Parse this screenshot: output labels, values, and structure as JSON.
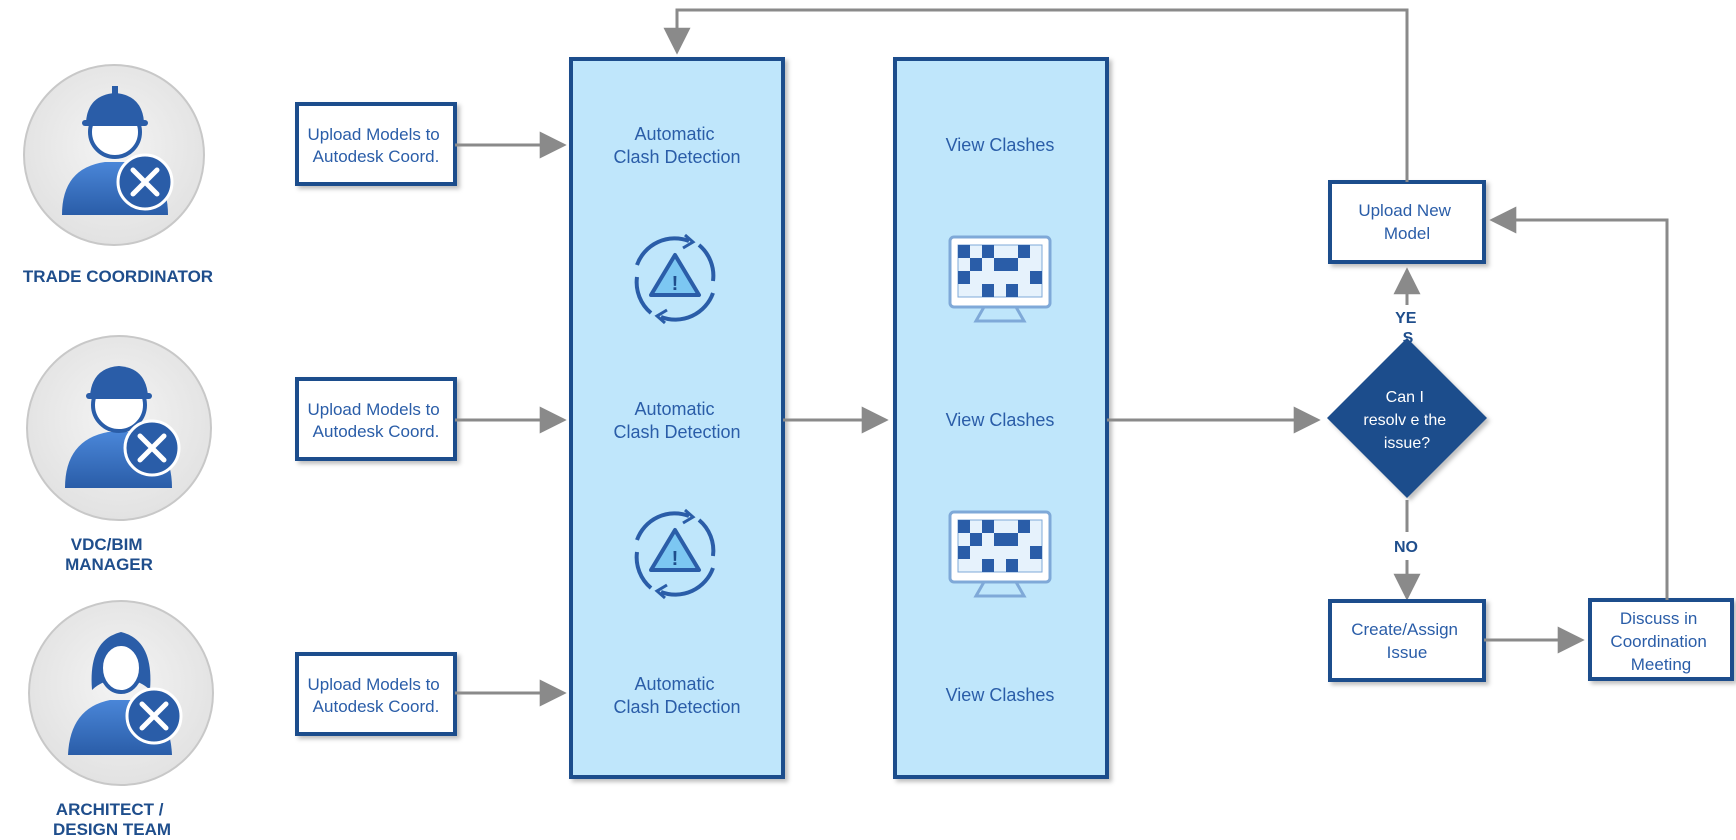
{
  "roles": [
    {
      "id": "trade-coordinator",
      "label": [
        "TRADE COORDINATOR"
      ],
      "icon": "worker-with-tools-icon"
    },
    {
      "id": "vdc-bim-manager",
      "label": [
        "VDC/BIM",
        "MANAGER"
      ],
      "icon": "worker-with-tools-icon"
    },
    {
      "id": "architect-design-team",
      "label": [
        "ARCHITECT /",
        "DESIGN TEAM"
      ],
      "icon": "woman-with-close-badge-icon"
    }
  ],
  "upload_boxes": [
    [
      "Upload Models to",
      "Autodesk Coord."
    ],
    [
      "Upload Models to",
      "Autodesk Coord."
    ],
    [
      "Upload Models to",
      "Autodesk Coord."
    ]
  ],
  "detection_column": {
    "items": [
      [
        "Automatic",
        "Clash Detection"
      ],
      [
        "Automatic",
        "Clash Detection"
      ],
      [
        "Automatic",
        "Clash Detection"
      ]
    ],
    "icon": "warning-refresh-icon"
  },
  "view_column": {
    "items": [
      "View Clashes",
      "View Clashes",
      "View Clashes"
    ],
    "icon": "monitor-grid-icon"
  },
  "decision": {
    "lines": [
      "Can I",
      "resolv e the",
      "issue?"
    ],
    "yes": [
      "YE",
      "S"
    ],
    "no": "NO"
  },
  "upload_new_model": [
    "Upload New",
    "Model"
  ],
  "create_assign": [
    "Create/Assign",
    "Issue"
  ],
  "discuss": [
    "Discuss in",
    "Coordination",
    "Meeting"
  ],
  "colors": {
    "panel_fill": "#bfe6fb",
    "panel_border": "#1f4e8c",
    "text_blue": "#2a5da8",
    "diamond_fill": "#1f4e8c",
    "arrow_gray": "#8a8a8a"
  }
}
